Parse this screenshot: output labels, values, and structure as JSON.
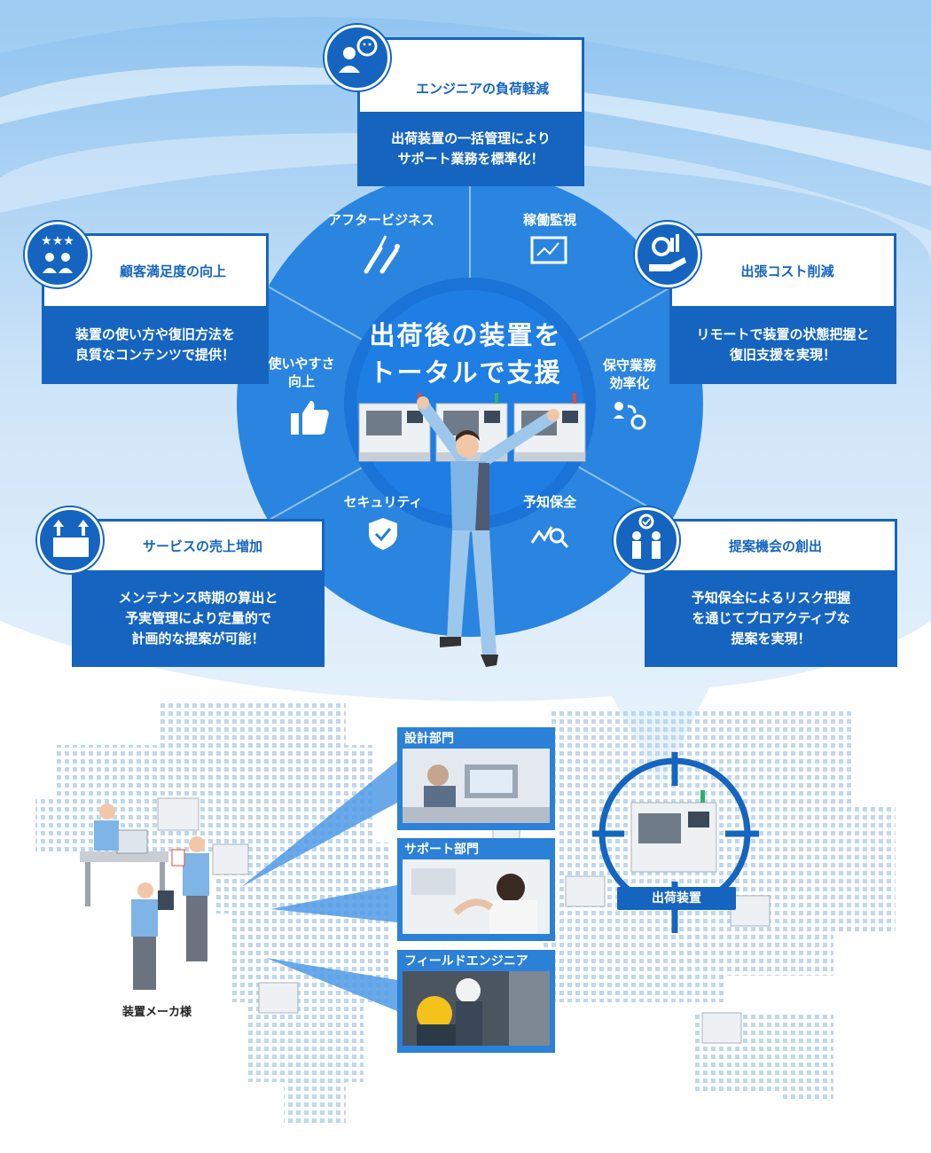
{
  "center": {
    "title": "出荷後の装置を\nトータルで支援"
  },
  "wheel_items": {
    "after_business": "アフタービジネス",
    "monitoring": "稼働監視",
    "maintenance_eff": "保守業務\n効率化",
    "predictive": "予知保全",
    "security": "セキュリティ",
    "usability": "使いやすさ\n向上"
  },
  "cards": {
    "engineer": {
      "title": "エンジニアの負荷軽減",
      "body": "出荷装置の一括管理により\nサポート業務を標準化！"
    },
    "customer": {
      "title": "顧客満足度の向上",
      "body": "装置の使い方や復旧方法を\n良質なコンテンツで提供！"
    },
    "travel": {
      "title": "出張コスト削減",
      "body": "リモートで装置の状態把握と\n復旧支援を実現！"
    },
    "sales": {
      "title": "サービスの売上増加",
      "body": "メンテナンス時期の算出と\n予実管理により定量的で\n計画的な提案が可能！"
    },
    "proposal": {
      "title": "提案機会の創出",
      "body": "予知保全によるリスク把握\nを通じてプロアクティブな\n提案を実現！"
    }
  },
  "departments": {
    "design": "設計部門",
    "support": "サポート部門",
    "field": "フィールドエンジニア"
  },
  "labels": {
    "maker": "装置メーカ様",
    "shipped_device": "出荷装置"
  },
  "colors": {
    "primary": "#1565c0",
    "wheel_outer": "#2a85e0",
    "wheel_inner": "#1a73d6",
    "map_dots": "#b9d3ee"
  }
}
